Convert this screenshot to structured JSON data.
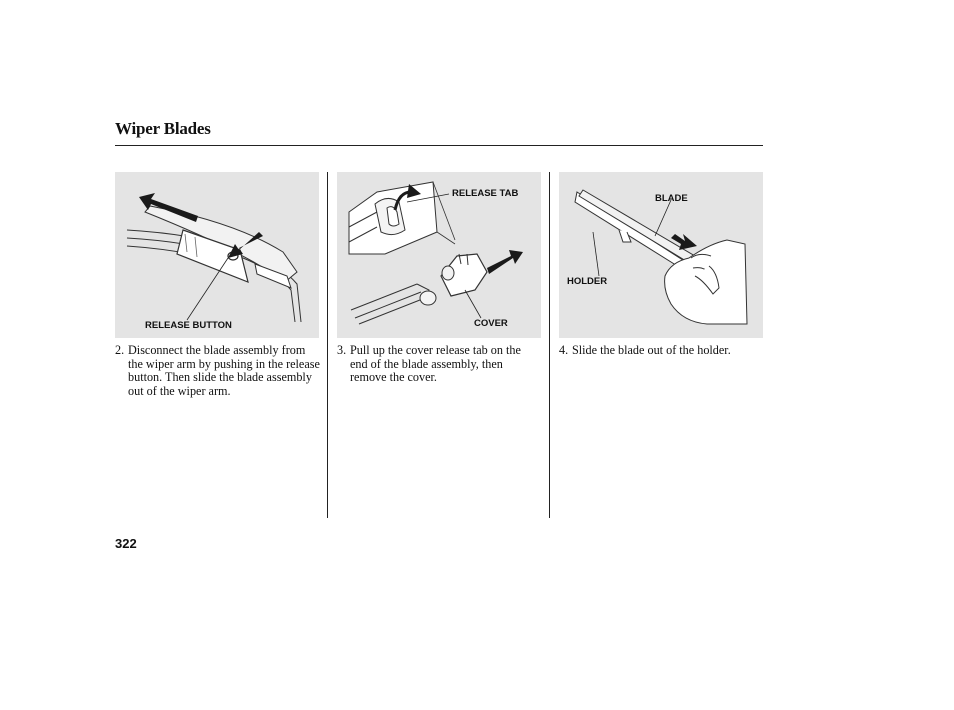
{
  "page": {
    "title": "Wiper Blades",
    "page_number": "322"
  },
  "panels": [
    {
      "labels": [
        "RELEASE BUTTON"
      ],
      "step_number": "2.",
      "step_text": "Disconnect the blade assembly from the wiper arm by pushing in the release button. Then slide the blade assembly out of the wiper arm."
    },
    {
      "labels": [
        "RELEASE TAB",
        "COVER"
      ],
      "step_number": "3.",
      "step_text": "Pull up the cover release tab on the end of the blade assembly, then remove the cover."
    },
    {
      "labels": [
        "BLADE",
        "HOLDER"
      ],
      "step_number": "4.",
      "step_text": "Slide the blade out of the holder."
    }
  ]
}
